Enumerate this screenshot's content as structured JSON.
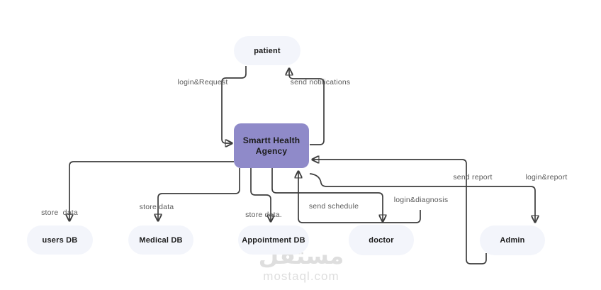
{
  "diagram": {
    "process_node": {
      "id": "smartt-health-agency",
      "label": "Smartt Health\nAgency"
    },
    "nodes": [
      {
        "id": "patient",
        "label": "patient"
      },
      {
        "id": "users-db",
        "label": "users DB"
      },
      {
        "id": "medical-db",
        "label": "Medical DB"
      },
      {
        "id": "appointment-db",
        "label": "Appointment  DB"
      },
      {
        "id": "doctor",
        "label": "doctor"
      },
      {
        "id": "admin",
        "label": "Admin"
      }
    ],
    "edges": [
      {
        "id": "login-request",
        "label": "login&Request",
        "from": "patient",
        "to": "smartt-health-agency"
      },
      {
        "id": "send-notifications",
        "label": "send notifications",
        "from": "smartt-health-agency",
        "to": "patient"
      },
      {
        "id": "store-data-users",
        "label": "store  data",
        "from": "smartt-health-agency",
        "to": "users-db"
      },
      {
        "id": "store-data-medical",
        "label": "store data",
        "from": "smartt-health-agency",
        "to": "medical-db"
      },
      {
        "id": "store-data-appointment",
        "label": "store data.",
        "from": "smartt-health-agency",
        "to": "appointment-db"
      },
      {
        "id": "send-schedule",
        "label": "send schedule",
        "from": "smartt-health-agency",
        "to": "doctor"
      },
      {
        "id": "login-diagnosis",
        "label": "login&diagnosis",
        "from": "doctor",
        "to": "smartt-health-agency"
      },
      {
        "id": "send-report",
        "label": "send report",
        "from": "admin",
        "to": "smartt-health-agency"
      },
      {
        "id": "login-report",
        "label": "login&report",
        "from": "smartt-health-agency",
        "to": "admin"
      }
    ]
  },
  "watermark": {
    "logo_text": "مستقل",
    "domain_text": "mostaql.com"
  },
  "colors": {
    "process_fill": "#8F8AC9",
    "entity_fill": "#F3F5FB",
    "line": "#3D3D3D",
    "edge_label": "#5A5A5A",
    "node_text": "#1B1B1B",
    "watermark": "#DEDEDE",
    "background": "#FFFFFF"
  }
}
